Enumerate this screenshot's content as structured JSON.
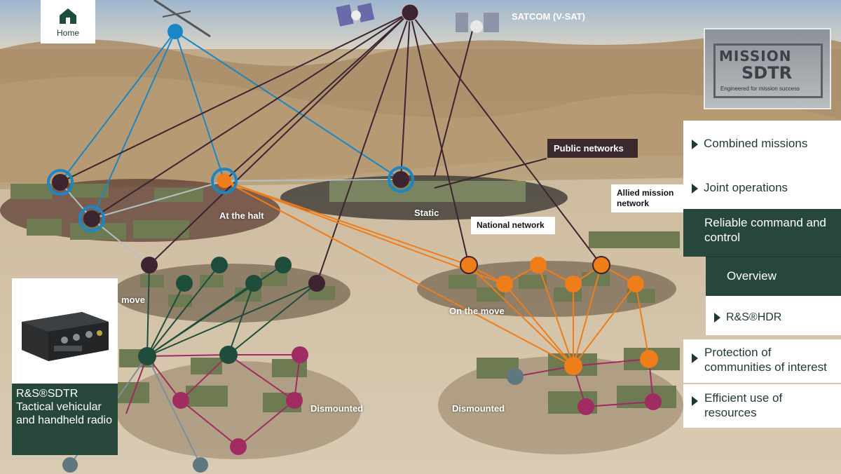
{
  "home": {
    "label": "Home"
  },
  "satcom_label": "SATCOM (V-SAT)",
  "logo": {
    "line1": "MISSION",
    "line2": "SDTR",
    "tagline": "Engineered for mission success"
  },
  "tags": {
    "public_networks": "Public networks",
    "allied_mission_network": "Allied mission network",
    "national_network": "National network"
  },
  "zones": {
    "at_the_halt": "At the halt",
    "static": "Static",
    "move_left": "move",
    "on_the_move": "On the move",
    "dismounted_left": "Dismounted",
    "dismounted_right": "Dismounted"
  },
  "menu": [
    {
      "label": "Combined missions",
      "arrow": true,
      "active": false
    },
    {
      "label": "Joint operations",
      "arrow": true,
      "active": false
    },
    {
      "label": "Reliable command and control",
      "arrow": false,
      "active": true
    },
    {
      "label": "Overview",
      "arrow": false,
      "active": true
    },
    {
      "label": "R&S®HDR",
      "arrow": true,
      "active": false
    },
    {
      "label": "Protection of communities of interest",
      "arrow": true,
      "active": false
    },
    {
      "label": "Efficient use of resources",
      "arrow": true,
      "active": false
    }
  ],
  "product": {
    "caption": "R&S®SDTR Tactical vehicular and handheld radio"
  },
  "colors": {
    "blue_net": "#1b86c4",
    "dark_net": "#3c2530",
    "orange_net": "#ef7d1a",
    "green_net": "#1f4d3c",
    "magenta_net": "#a02c62",
    "menu_dark": "#27473a"
  }
}
